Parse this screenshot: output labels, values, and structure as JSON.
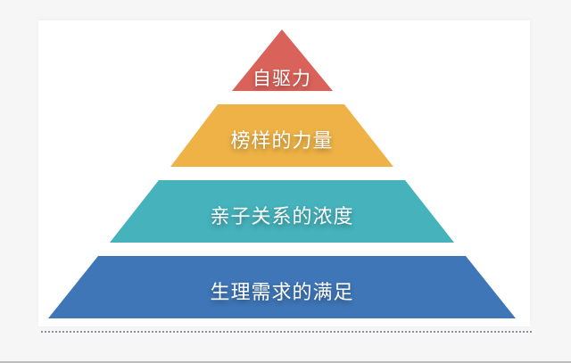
{
  "diagram": {
    "type": "pyramid",
    "layers": [
      {
        "level": 4,
        "label": "自驱力",
        "color": "#d9635a",
        "shape": "triangle"
      },
      {
        "level": 3,
        "label": "榜样的力量",
        "color": "#eeb246",
        "shape": "trapezoid"
      },
      {
        "level": 2,
        "label": "亲子关系的浓度",
        "color": "#45b2bc",
        "shape": "trapezoid"
      },
      {
        "level": 1,
        "label": "生理需求的满足",
        "color": "#3f76b7",
        "shape": "trapezoid"
      }
    ]
  },
  "colors": {
    "background": "#f6f6f7",
    "panel": "#ffffff",
    "text": "#ffffff",
    "dotted_line": "#8c8f96"
  }
}
